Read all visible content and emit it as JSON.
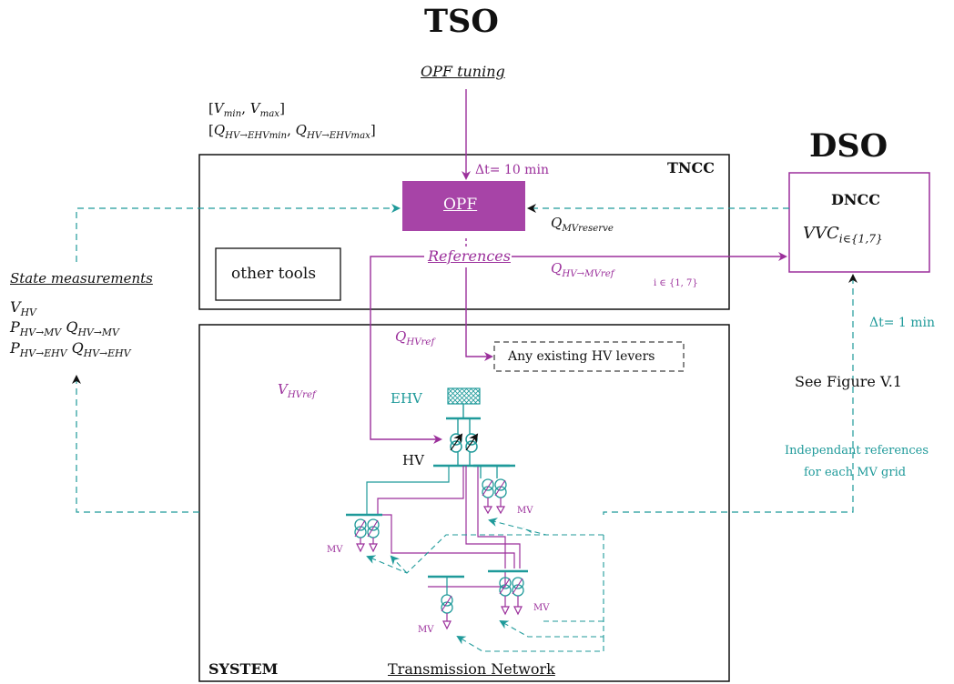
{
  "titles": {
    "tso": "TSO",
    "dso": "DSO"
  },
  "tso_input": {
    "label": "OPF tuning",
    "dt": "10 min"
  },
  "constraints": {
    "voltage": {
      "open": "[",
      "V": "V",
      "min": "min",
      "sep": ", ",
      "max": "max",
      "close": "]"
    },
    "reactive": {
      "open": "[",
      "Q": "Q",
      "min_sub": "HV→EHVmin",
      "sep": ", ",
      "max_sub": "HV→EHVmax",
      "close": "]"
    }
  },
  "tncc": {
    "label": "TNCC",
    "opf": "OPF",
    "other_tools": "other tools",
    "references": "References",
    "q_reserve_sub": "MVreserve"
  },
  "dso": {
    "dncc": "DNCC",
    "vvc": "VVC",
    "vvc_sub": "i∈{1,7}",
    "dt": "1 min",
    "see_figure": "See Figure V.1",
    "independant": [
      "Independant references",
      "for each MV grid"
    ]
  },
  "refs": {
    "q_hv_mv_sub": "HV→MVref",
    "q_hv_mv_index": "i ∈ {1, 7}",
    "q_hv_ref_sub": "HVref",
    "v_hv_ref_sub": "HVref"
  },
  "state": {
    "title": "State measurements",
    "v_sub": "HV",
    "p1_sub": "HV→MV",
    "q1_sub": "HV→MV",
    "p2_sub": "HV→EHV",
    "q2_sub": "HV→EHV"
  },
  "system": {
    "label": "SYSTEM",
    "transmission": "Transmission Network",
    "levers": "Any existing HV levers",
    "ehv": "EHV",
    "hv": "HV",
    "mv": "MV"
  },
  "symbols": {
    "delta_t": "Δt=",
    "Q": "Q",
    "V": "V",
    "P": "P"
  },
  "colors": {
    "purple": "#9b2f9b",
    "teal": "#1f9a9a",
    "opf_fill": "#a744a7"
  }
}
